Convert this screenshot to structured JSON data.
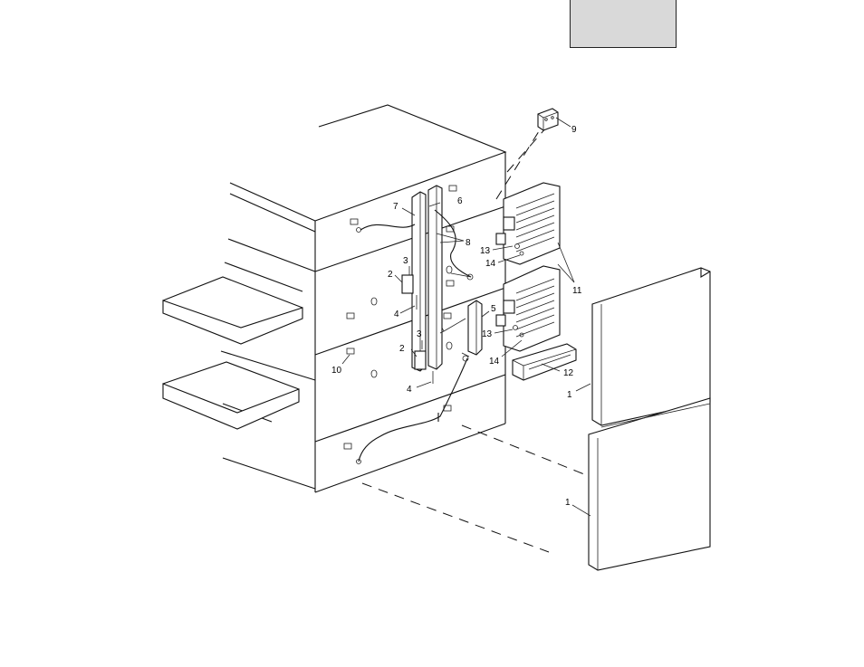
{
  "figure": {
    "tab_box_text": "",
    "callouts": {
      "c1a": "1",
      "c1b": "1",
      "c2a": "2",
      "c2b": "2",
      "c3a": "3",
      "c3b": "3",
      "c4a": "4",
      "c4b": "4",
      "c5": "5",
      "c6": "6",
      "c7": "7",
      "c8": "8",
      "c9": "9",
      "c10": "10",
      "c11": "11",
      "c12": "12",
      "c13a": "13",
      "c13b": "13",
      "c14a": "14",
      "c14b": "14"
    }
  }
}
